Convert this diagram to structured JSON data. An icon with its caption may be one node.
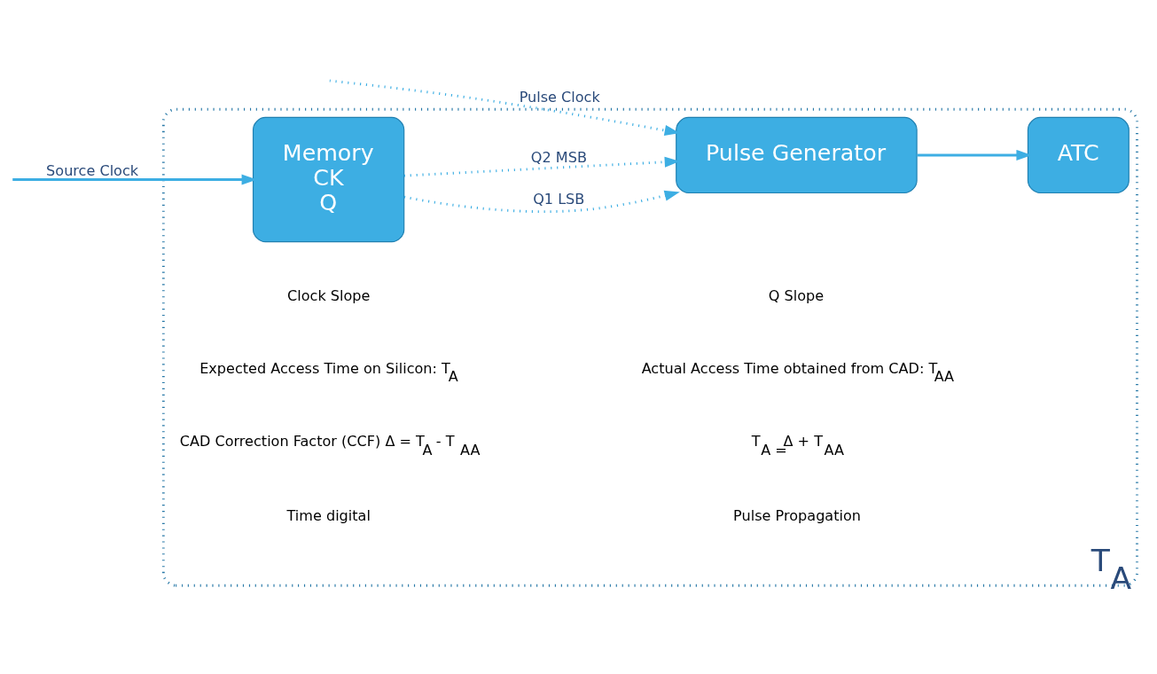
{
  "diagram": {
    "nodes": [
      {
        "text": [
          "T$_{A}$"
        ]
      },
      {
        "text": [
          "Memory",
          "CK",
          "Q"
        ],
        "in": 0
      },
      {
        "text": [
          "Pulse Generator"
        ],
        "in": 0
      },
      {
        "text": [
          "ATC"
        ],
        "in": 0
      }
    ],
    "edges": [
      {
        "from": null,
        "to": 1,
        "arrow": "to",
        "label": "Source Clock"
      },
      {
        "from": 1,
        "to": 2,
        "arrow": "to",
        "label": "Q1 LSB",
        "style": "dashed"
      },
      {
        "from": 1,
        "to": 2,
        "arrow": "to",
        "label": "Q2 MSB",
        "style": "dashed"
      },
      {
        "from": null,
        "to": 2,
        "arrow": "to",
        "label": "Pulse Clock",
        "style": "dashed"
      },
      {
        "from": 2,
        "to": 3,
        "arrow": "to"
      }
    ],
    "labels": [
      "Clock Slope",
      "Q Slope",
      "Expected Access Time on Silicon: T$_{A}$",
      "Actual Access Time obtained from CAD: T$_{AA}$",
      "CAD Correction Factor (CCF) Δ = T$_{A}$  - T$_{AA}$",
      "T$_{A =}$Δ + T$_{AA}$",
      "Time digital",
      "Pulse Propagation"
    ]
  }
}
